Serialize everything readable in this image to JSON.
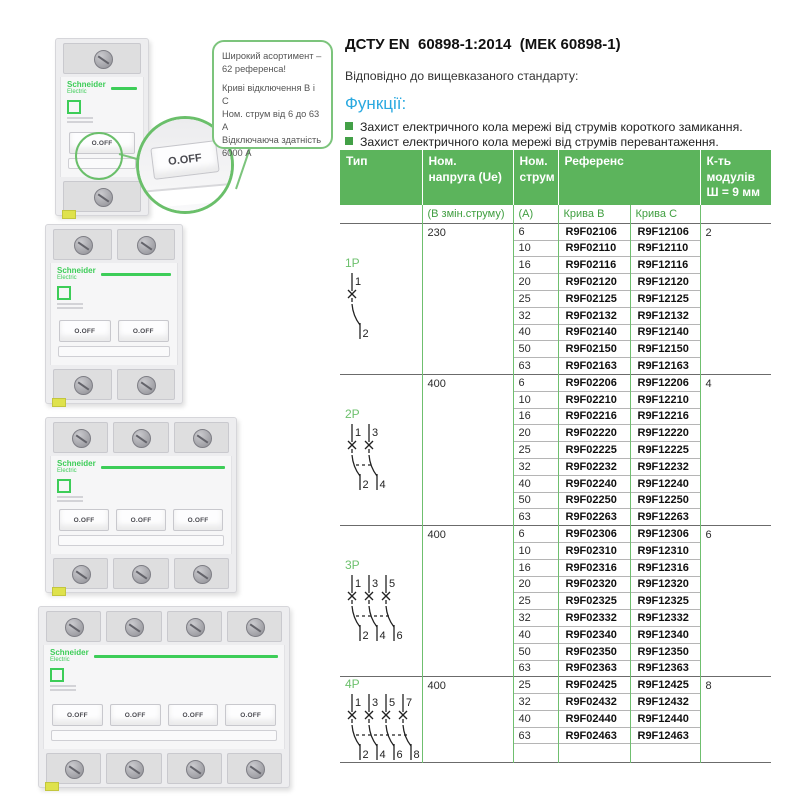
{
  "doc": {
    "standard_heading": "ДСТУ EN  60898-1:2014  (МЕК 60898-1)",
    "subheading": "Відповідно до вищевказаного стандарту:",
    "functions_title": "Функції:",
    "functions": [
      "Захист електричного кола мережі від струмів короткого замикання.",
      "Захист електричного кола мережі від струмів перевантаження."
    ],
    "accent_blue": "#2aa9e0",
    "accent_green": "#43a047"
  },
  "callout": {
    "paragraphs": [
      [
        "Широкий асортимент –",
        "62 референса!"
      ],
      [
        "Криві відключення B і C",
        "Ном. струм від 6 до 63 А",
        "Відключаюча здатність",
        "6000 А"
      ]
    ]
  },
  "products": {
    "brand": "Schneider",
    "brand_sub": "Electric",
    "toggle_label": "O.OFF",
    "magnifier_label": "O.OFF",
    "brand_green": "#3dcd58",
    "breakers": [
      {
        "poles": 1
      },
      {
        "poles": 2
      },
      {
        "poles": 3
      },
      {
        "poles": 4
      }
    ]
  },
  "table": {
    "header_green": "#5cb45c",
    "border_green": "#6fbf6f",
    "header": {
      "type": "Тип",
      "voltage": "Ном.\nнапруга (Ue)",
      "current": "Ном.\nструм",
      "reference": "Референс",
      "modules": "К-ть\nмодулів\nШ = 9 мм"
    },
    "subheader": {
      "voltage_unit": "(В змін.струму)",
      "current_unit": "(А)",
      "curve_b": "Крива B",
      "curve_c": "Крива C"
    },
    "sections": [
      {
        "type": "1P",
        "poles": 1,
        "pole_top_labels": [
          "1"
        ],
        "pole_bottom_labels": [
          "2"
        ],
        "voltage": "230",
        "modules": "2",
        "rows": [
          {
            "current": "6",
            "curve_b": "R9F02106",
            "curve_c": "R9F12106"
          },
          {
            "current": "10",
            "curve_b": "R9F02110",
            "curve_c": "R9F12110"
          },
          {
            "current": "16",
            "curve_b": "R9F02116",
            "curve_c": "R9F12116"
          },
          {
            "current": "20",
            "curve_b": "R9F02120",
            "curve_c": "R9F12120"
          },
          {
            "current": "25",
            "curve_b": "R9F02125",
            "curve_c": "R9F12125"
          },
          {
            "current": "32",
            "curve_b": "R9F02132",
            "curve_c": "R9F12132"
          },
          {
            "current": "40",
            "curve_b": "R9F02140",
            "curve_c": "R9F12140"
          },
          {
            "current": "50",
            "curve_b": "R9F02150",
            "curve_c": "R9F12150"
          },
          {
            "current": "63",
            "curve_b": "R9F02163",
            "curve_c": "R9F12163"
          }
        ]
      },
      {
        "type": "2P",
        "poles": 2,
        "pole_top_labels": [
          "1",
          "3"
        ],
        "pole_bottom_labels": [
          "2",
          "4"
        ],
        "voltage": "400",
        "modules": "4",
        "rows": [
          {
            "current": "6",
            "curve_b": "R9F02206",
            "curve_c": "R9F12206"
          },
          {
            "current": "10",
            "curve_b": "R9F02210",
            "curve_c": "R9F12210"
          },
          {
            "current": "16",
            "curve_b": "R9F02216",
            "curve_c": "R9F12216"
          },
          {
            "current": "20",
            "curve_b": "R9F02220",
            "curve_c": "R9F12220"
          },
          {
            "current": "25",
            "curve_b": "R9F02225",
            "curve_c": "R9F12225"
          },
          {
            "current": "32",
            "curve_b": "R9F02232",
            "curve_c": "R9F12232"
          },
          {
            "current": "40",
            "curve_b": "R9F02240",
            "curve_c": "R9F12240"
          },
          {
            "current": "50",
            "curve_b": "R9F02250",
            "curve_c": "R9F12250"
          },
          {
            "current": "63",
            "curve_b": "R9F02263",
            "curve_c": "R9F12263"
          }
        ]
      },
      {
        "type": "3P",
        "poles": 3,
        "pole_top_labels": [
          "1",
          "3",
          "5"
        ],
        "pole_bottom_labels": [
          "2",
          "4",
          "6"
        ],
        "voltage": "400",
        "modules": "6",
        "rows": [
          {
            "current": "6",
            "curve_b": "R9F02306",
            "curve_c": "R9F12306"
          },
          {
            "current": "10",
            "curve_b": "R9F02310",
            "curve_c": "R9F12310"
          },
          {
            "current": "16",
            "curve_b": "R9F02316",
            "curve_c": "R9F12316"
          },
          {
            "current": "20",
            "curve_b": "R9F02320",
            "curve_c": "R9F12320"
          },
          {
            "current": "25",
            "curve_b": "R9F02325",
            "curve_c": "R9F12325"
          },
          {
            "current": "32",
            "curve_b": "R9F02332",
            "curve_c": "R9F12332"
          },
          {
            "current": "40",
            "curve_b": "R9F02340",
            "curve_c": "R9F12340"
          },
          {
            "current": "50",
            "curve_b": "R9F02350",
            "curve_c": "R9F12350"
          },
          {
            "current": "63",
            "curve_b": "R9F02363",
            "curve_c": "R9F12363"
          }
        ]
      },
      {
        "type": "4P",
        "poles": 4,
        "pole_top_labels": [
          "1",
          "3",
          "5",
          "7"
        ],
        "pole_bottom_labels": [
          "2",
          "4",
          "6",
          "8"
        ],
        "voltage": "400",
        "modules": "8",
        "rows": [
          {
            "current": "25",
            "curve_b": "R9F02425",
            "curve_c": "R9F12425"
          },
          {
            "current": "32",
            "curve_b": "R9F02432",
            "curve_c": "R9F12432"
          },
          {
            "current": "40",
            "curve_b": "R9F02440",
            "curve_c": "R9F12440"
          },
          {
            "current": "63",
            "curve_b": "R9F02463",
            "curve_c": "R9F12463"
          }
        ]
      }
    ]
  }
}
